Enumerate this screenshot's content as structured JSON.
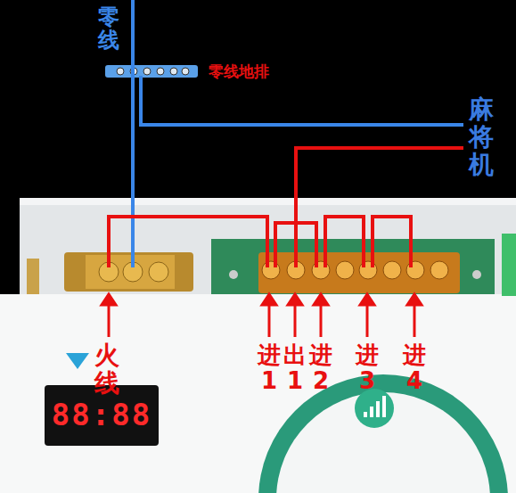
{
  "diagram": {
    "labels": [
      "零线",
      "零线地排",
      "麻将机",
      "火线",
      "进1",
      "出1",
      "进2",
      "进3",
      "进4",
      "88:88"
    ]
  }
}
